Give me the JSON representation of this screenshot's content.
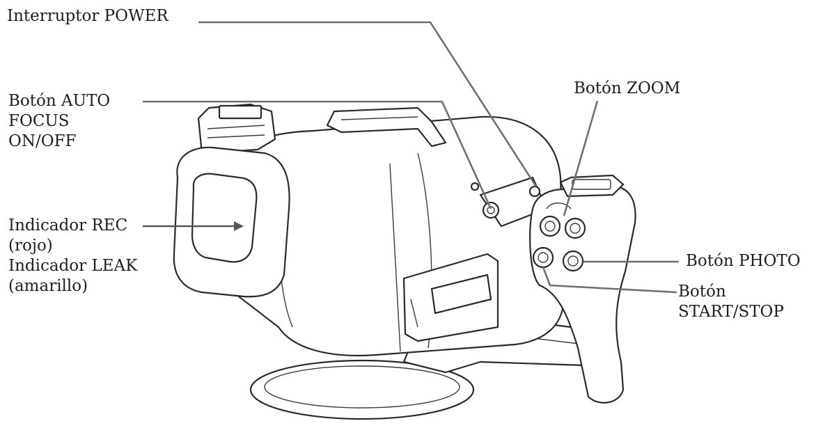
{
  "callouts": {
    "power_switch": {
      "lines": [
        "Interruptor POWER"
      ]
    },
    "auto_focus_button": {
      "lines": [
        "Botón AUTO",
        "FOCUS",
        "ON/OFF"
      ]
    },
    "zoom_button": {
      "lines": [
        "Botón ZOOM"
      ]
    },
    "rec_leak_indicator": {
      "lines": [
        "Indicador REC",
        "(rojo)",
        "Indicador LEAK",
        "(amarillo)"
      ]
    },
    "photo_button": {
      "lines": [
        "Botón PHOTO"
      ]
    },
    "start_stop_button": {
      "lines": [
        "Botón",
        "START/STOP"
      ]
    }
  },
  "colors": {
    "line_art": "#2a2a2a",
    "leader_line": "#6f6f6f",
    "text": "#1e1e1e",
    "background": "#ffffff"
  }
}
